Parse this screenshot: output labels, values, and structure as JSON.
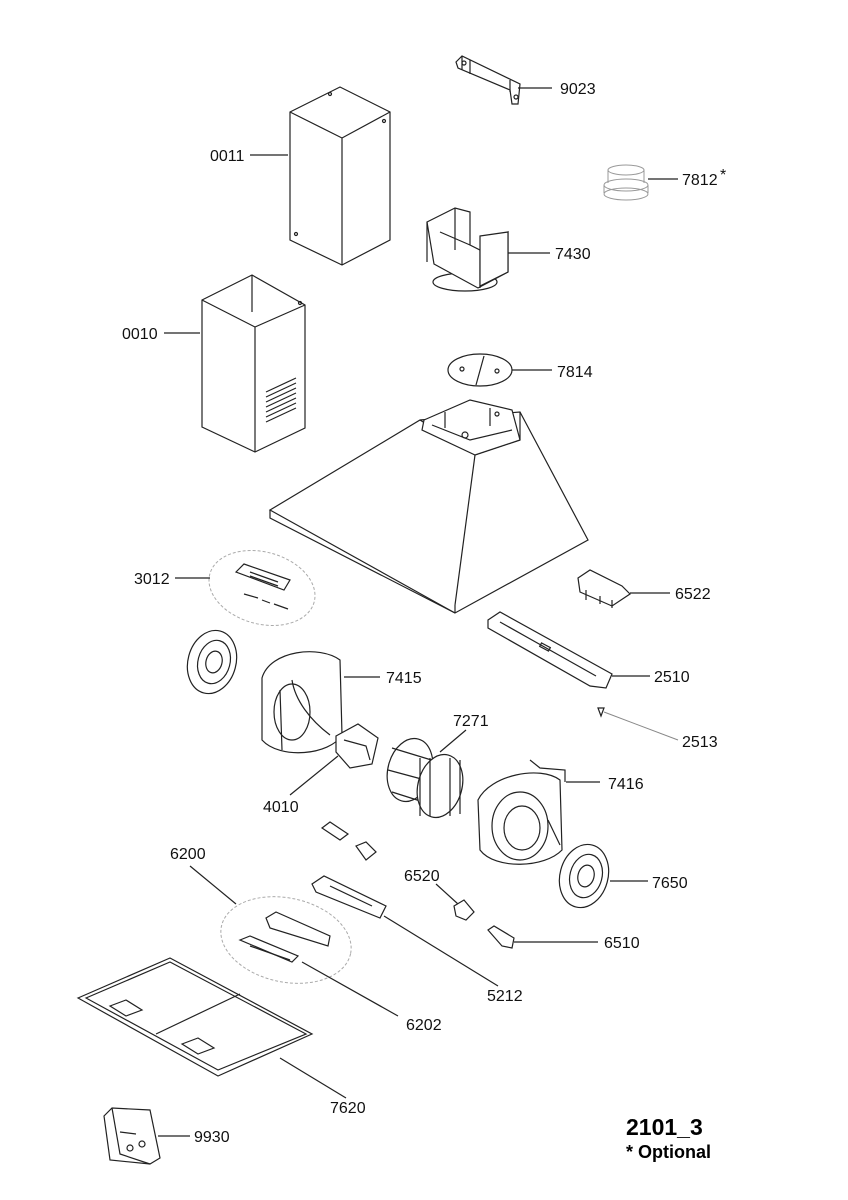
{
  "parts": [
    {
      "id": "9023",
      "label": "9023"
    },
    {
      "id": "0011",
      "label": "0011"
    },
    {
      "id": "7812",
      "label": "7812",
      "suffix": "*"
    },
    {
      "id": "7430",
      "label": "7430"
    },
    {
      "id": "0010",
      "label": "0010"
    },
    {
      "id": "7814",
      "label": "7814"
    },
    {
      "id": "3012",
      "label": "3012"
    },
    {
      "id": "6522",
      "label": "6522"
    },
    {
      "id": "7415",
      "label": "7415"
    },
    {
      "id": "2510",
      "label": "2510"
    },
    {
      "id": "7271",
      "label": "7271"
    },
    {
      "id": "2513",
      "label": "2513"
    },
    {
      "id": "4010",
      "label": "4010"
    },
    {
      "id": "7416",
      "label": "7416"
    },
    {
      "id": "6200",
      "label": "6200"
    },
    {
      "id": "6520",
      "label": "6520"
    },
    {
      "id": "7650",
      "label": "7650"
    },
    {
      "id": "6510",
      "label": "6510"
    },
    {
      "id": "5212",
      "label": "5212"
    },
    {
      "id": "6202",
      "label": "6202"
    },
    {
      "id": "7620",
      "label": "7620"
    },
    {
      "id": "9930",
      "label": "9930"
    }
  ],
  "footer": {
    "drawing_code": "2101_3",
    "optional_note": "* Optional"
  }
}
